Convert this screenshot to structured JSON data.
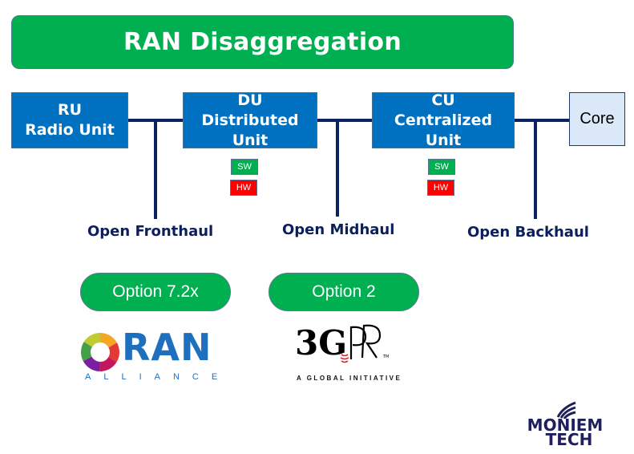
{
  "title": "RAN Disaggregation",
  "units": {
    "ru": {
      "line1": "RU",
      "line2": "Radio Unit"
    },
    "du": {
      "line1": "DU",
      "line2": "Distributed",
      "line3": "Unit"
    },
    "cu": {
      "line1": "CU",
      "line2": "Centralized",
      "line3": "Unit"
    },
    "core": "Core"
  },
  "tags": {
    "sw": "SW",
    "hw": "HW"
  },
  "interfaces": {
    "fronthaul": "Open Fronthaul",
    "midhaul": "Open Midhaul",
    "backhaul": "Open Backhaul"
  },
  "options": {
    "fronthaul": "Option 7.2x",
    "midhaul": "Option 2"
  },
  "logos": {
    "oran": {
      "main": "RAN",
      "sub": "ALLIANCE"
    },
    "gpp": {
      "main": "3GPP",
      "sub": "A GLOBAL INITIATIVE",
      "tm": "TM"
    },
    "brand": {
      "line1": "MONIEM",
      "line2": "TECH"
    }
  },
  "colors": {
    "green": "#00b050",
    "blue": "#0070c0",
    "navy": "#0b2260",
    "red": "#ff0000",
    "core_fill": "#dae8f7"
  }
}
